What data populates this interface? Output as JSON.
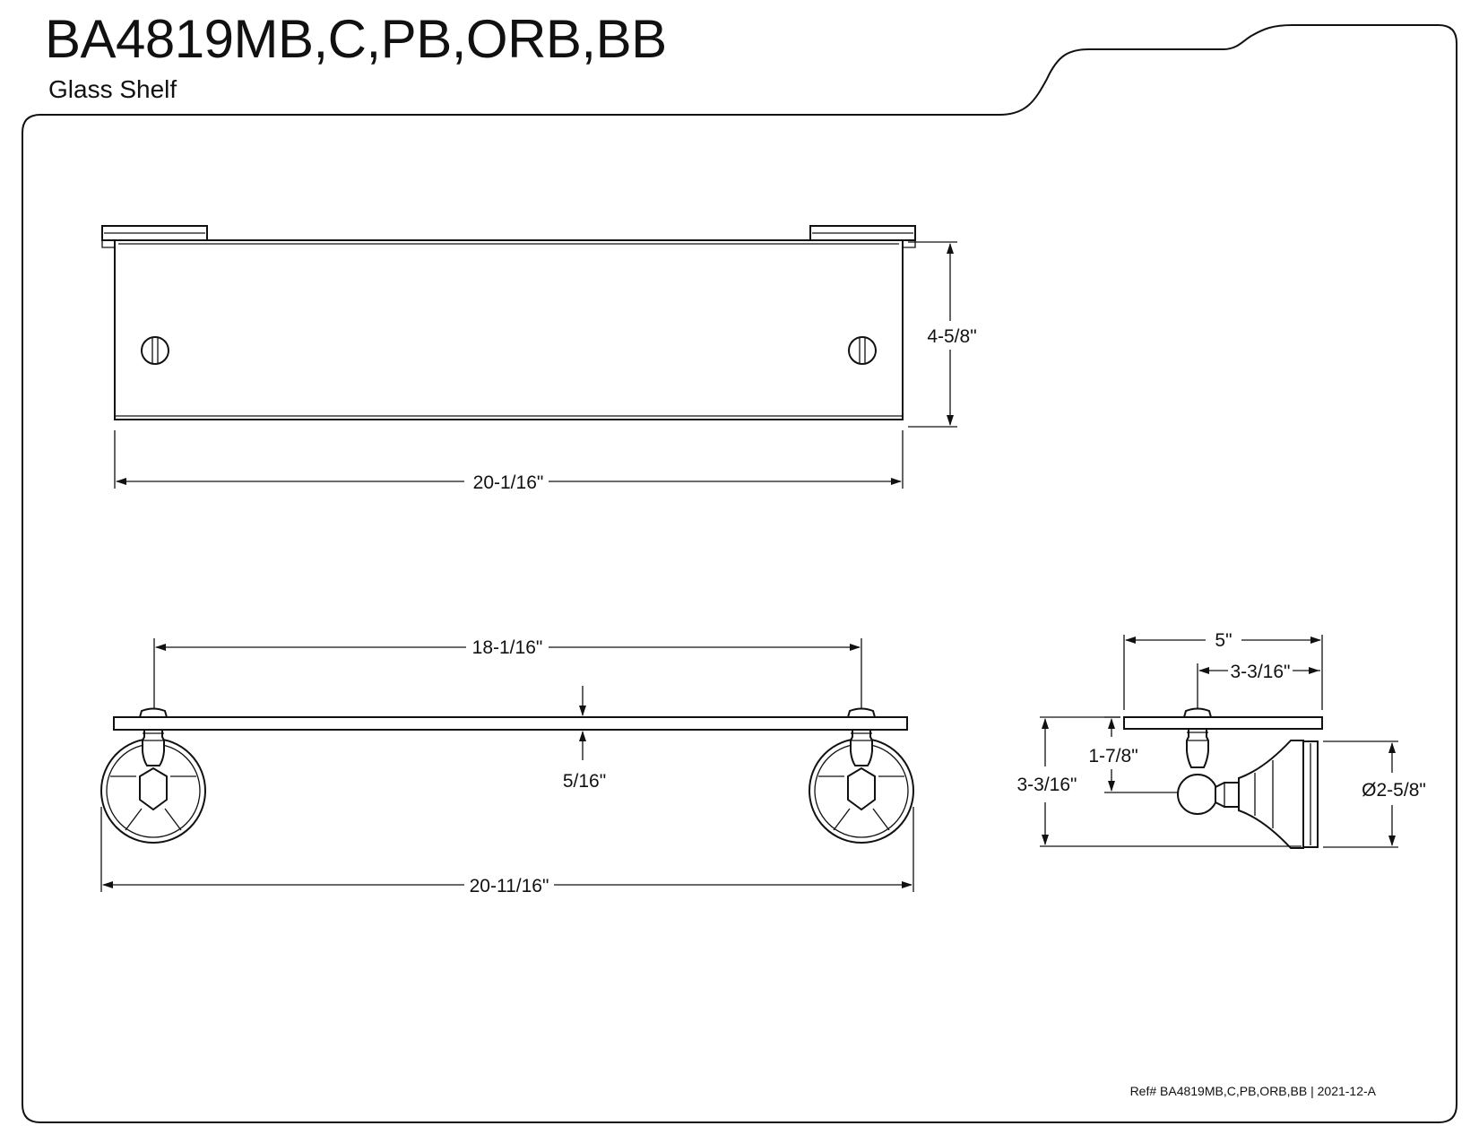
{
  "header": {
    "title": "BA4819MB,C,PB,ORB,BB",
    "subtitle": "Glass Shelf"
  },
  "footer": {
    "ref": "Ref# BA4819MB,C,PB,ORB,BB | 2021-12-A"
  },
  "dimensions": {
    "top_height": "4-5/8\"",
    "top_width": "20-1/16\"",
    "front_mount_spacing": "18-1/16\"",
    "glass_thickness": "5/16\"",
    "front_overall_width": "20-11/16\"",
    "side_depth": "5\"",
    "side_bracket_depth": "3-3/16\"",
    "side_shelf_to_center": "1-7/8\"",
    "side_height": "3-3/16\"",
    "side_flange_diameter": "Ø2-5/8\""
  }
}
